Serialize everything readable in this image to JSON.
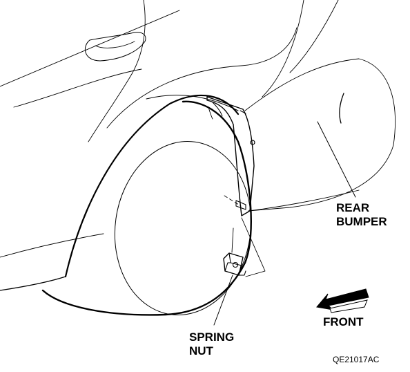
{
  "labels": {
    "rear_bumper_line1": "REAR",
    "rear_bumper_line2": "BUMPER",
    "spring_nut_line1": "SPRING",
    "spring_nut_line2": "NUT",
    "front": "FRONT"
  },
  "figure_code": "QE21017AC",
  "colors": {
    "ink": "#000000",
    "thin_line": "#444444",
    "background": "#ffffff"
  },
  "icons": {
    "front_direction": "arrow-pointing-forward-left-icon"
  }
}
